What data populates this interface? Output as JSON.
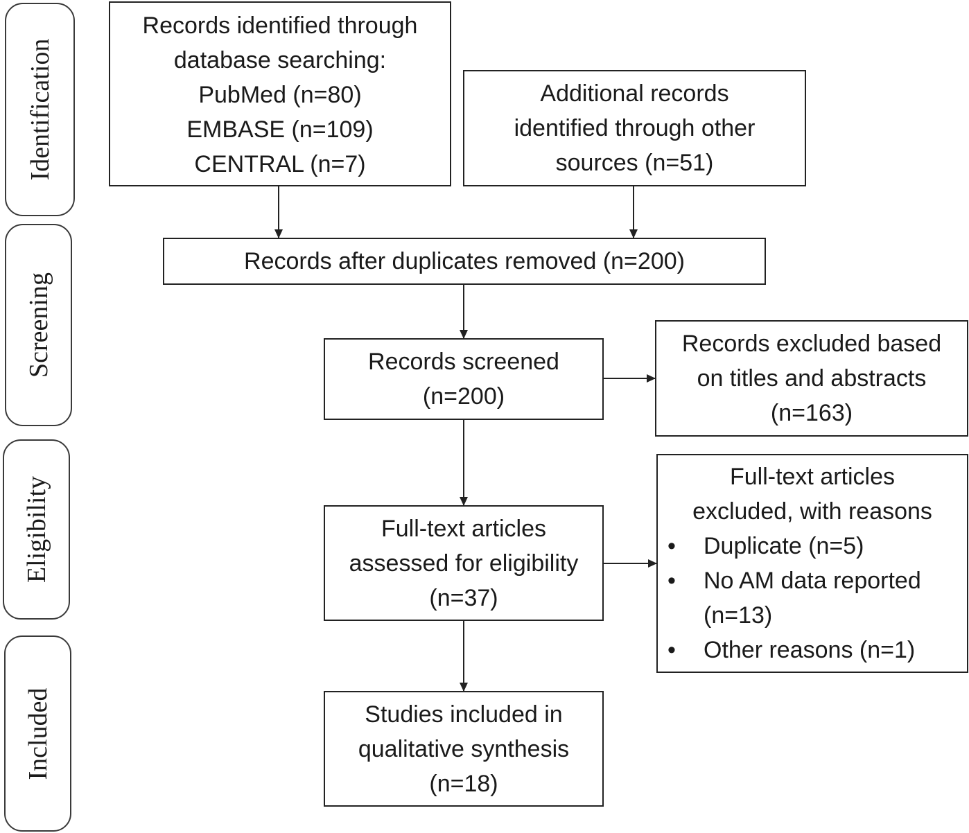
{
  "phases": {
    "identification": "Identification",
    "screening": "Screening",
    "eligibility": "Eligibility",
    "included": "Included"
  },
  "boxes": {
    "database_search": {
      "lines": [
        "Records identified through",
        "database searching:",
        "PubMed (n=80)",
        "EMBASE (n=109)",
        "CENTRAL (n=7)"
      ]
    },
    "other_sources": {
      "lines": [
        "Additional records",
        "identified through other",
        "sources (n=51)"
      ]
    },
    "after_duplicates": {
      "lines": [
        "Records after duplicates removed (n=200)"
      ]
    },
    "screened": {
      "lines": [
        "Records screened",
        "(n=200)"
      ]
    },
    "excluded_titles": {
      "lines": [
        "Records excluded based",
        "on titles and abstracts",
        "(n=163)"
      ]
    },
    "fulltext_assessed": {
      "lines": [
        "Full-text articles",
        "assessed for eligibility",
        "(n=37)"
      ]
    },
    "fulltext_excluded": {
      "heading_lines": [
        "Full-text articles",
        "excluded, with reasons"
      ],
      "bullet": "•",
      "reasons": [
        {
          "lines": [
            "Duplicate (n=5)"
          ]
        },
        {
          "lines": [
            "No AM data reported",
            "(n=13)"
          ]
        },
        {
          "lines": [
            "Other reasons (n=1)"
          ]
        }
      ]
    },
    "included_studies": {
      "lines": [
        "Studies included in",
        "qualitative synthesis",
        "(n=18)"
      ]
    }
  },
  "colors": {
    "stroke": "#222222",
    "phase_stroke": "#3a3a3a",
    "text": "#1a1a1a",
    "background": "#ffffff"
  }
}
